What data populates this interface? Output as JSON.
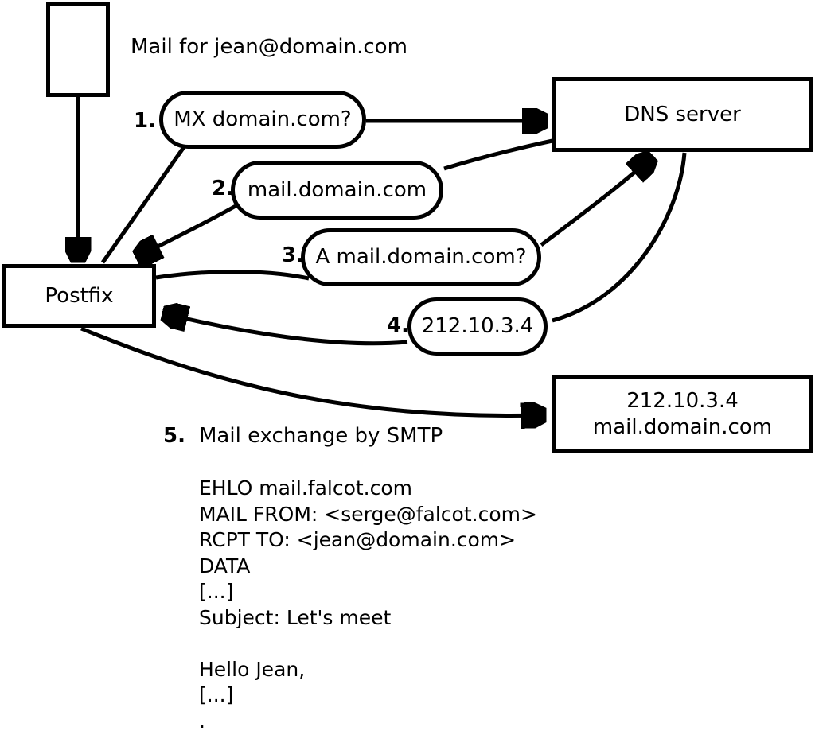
{
  "title_note": "Mail for jean@domain.com",
  "nodes": {
    "mail": {
      "label": ""
    },
    "postfix": {
      "label": "Postfix"
    },
    "dns": {
      "label": "DNS server"
    },
    "mail_server": {
      "line1": "212.10.3.4",
      "line2": "mail.domain.com"
    }
  },
  "steps": [
    {
      "num": "1.",
      "text": "MX domain.com?"
    },
    {
      "num": "2.",
      "text": "mail.domain.com"
    },
    {
      "num": "3.",
      "text": "A mail.domain.com?"
    },
    {
      "num": "4.",
      "text": "212.10.3.4"
    },
    {
      "num": "5.",
      "text": "Mail exchange by SMTP"
    }
  ],
  "smtp_session": {
    "lines": [
      "EHLO mail.falcot.com",
      "MAIL FROM: <serge@falcot.com>",
      "RCPT TO: <jean@domain.com>",
      "DATA",
      "[...]",
      "Subject: Let's meet",
      "",
      "Hello Jean,",
      "[...]",
      "."
    ]
  },
  "colors": {
    "stroke": "#000000",
    "background": "#ffffff"
  }
}
